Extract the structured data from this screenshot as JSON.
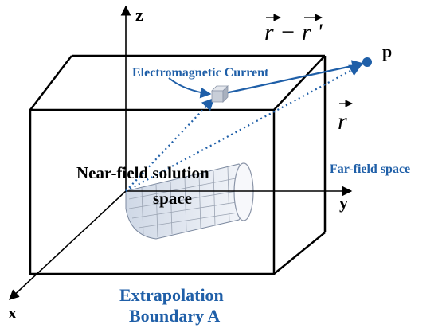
{
  "labels": {
    "axis_z": "z",
    "axis_y": "y",
    "axis_x": "x",
    "point_p": "p",
    "r_minus_r_prime": "r − r '",
    "r": "r",
    "electromagnetic_current": "Electromagnetic Current",
    "far_field": "Far-field space",
    "near_field_line1": "Near-field solution",
    "near_field_line2": "space",
    "boundary_line1": "Extrapolation",
    "boundary_line2": "Boundary A"
  },
  "colors": {
    "blue": "#1f5fa8",
    "black": "#000000",
    "grid": "#9aa3b2",
    "horn_fill": "#eef1f6"
  }
}
